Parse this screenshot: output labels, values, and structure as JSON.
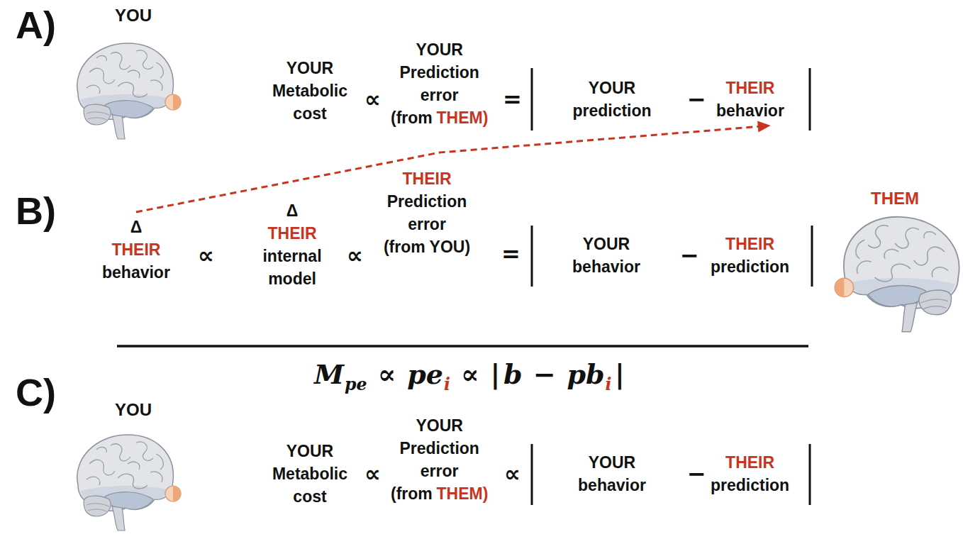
{
  "diagram": {
    "nodes": [
      {
        "text": [
          "THEIR",
          "behavior"
        ]
      },
      {
        "text": [
          "Δ",
          "THEIR",
          "behavior"
        ]
      }
    ],
    "edges": [
      {
        "from": 1,
        "to": 0,
        "arrow": "to"
      }
    ],
    "labels": [
      "A)",
      "YOU",
      "YOUR Metabolic cost",
      "∝",
      "YOUR Prediction error",
      "(from",
      "THEM)",
      "=",
      "YOUR prediction",
      "−",
      "B)",
      "∝",
      "Δ",
      "THEIR",
      "internal model",
      "∝",
      "THEIR",
      "Prediction error",
      "(from YOU)",
      "=",
      "YOUR behavior",
      "−",
      "THEIR",
      "prediction",
      "THEM",
      "C)",
      "M",
      "pe",
      "∝",
      "pe",
      "i",
      "∝",
      "|",
      "b",
      "−",
      "pb",
      "i",
      "|",
      "YOU",
      "YOUR Metabolic cost",
      "∝",
      "YOUR Prediction error",
      "(from",
      "THEM)",
      "∝",
      "YOUR behavior",
      "−",
      "THEIR",
      "prediction"
    ]
  }
}
